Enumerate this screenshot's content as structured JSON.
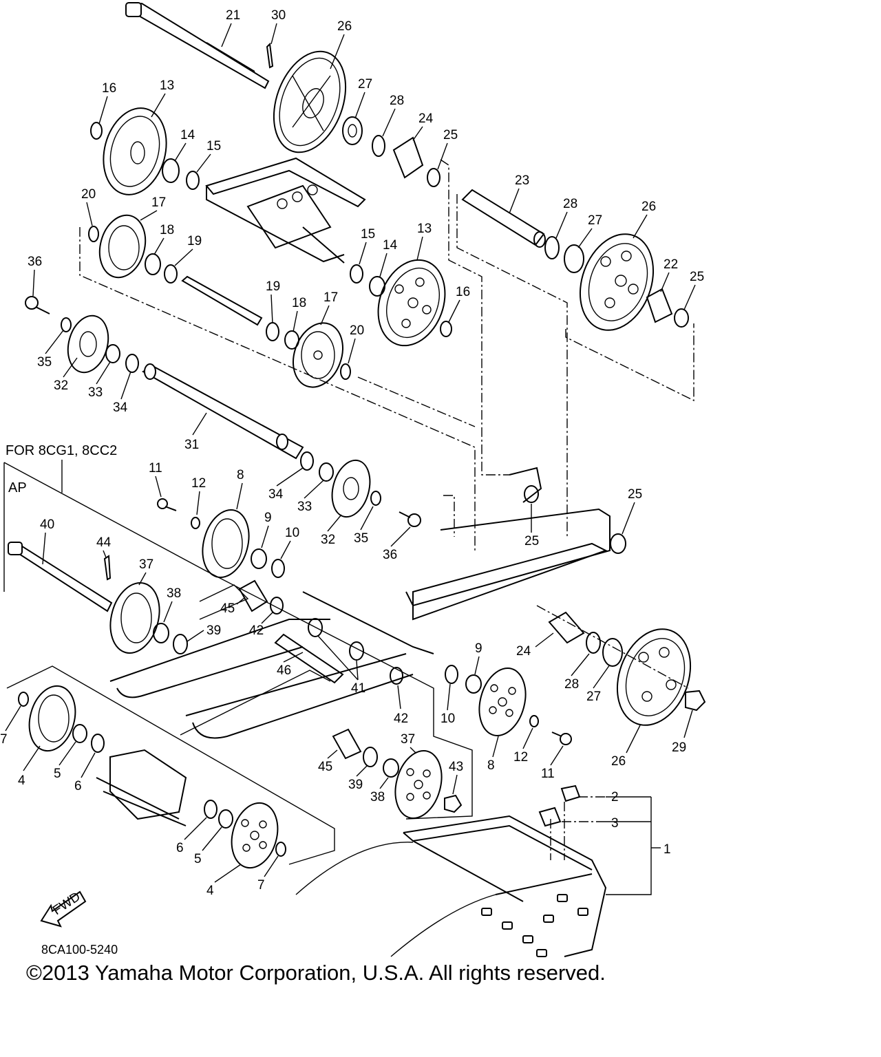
{
  "notes": {
    "variant_note": "FOR 8CG1, 8CC2",
    "ap_note": "AP",
    "fwd_marker": "FWD"
  },
  "footer": {
    "drawing_code": "8CA100-5240",
    "copyright": "©2013 Yamaha Motor Corporation, U.S.A. All rights reserved."
  },
  "callouts": [
    "21",
    "30",
    "26",
    "16",
    "13",
    "27",
    "28",
    "14",
    "15",
    "24",
    "25",
    "23",
    "28",
    "26",
    "27",
    "20",
    "17",
    "18",
    "19",
    "15",
    "14",
    "13",
    "22",
    "25",
    "36",
    "19",
    "18",
    "17",
    "16",
    "35",
    "32",
    "33",
    "34",
    "20",
    "31",
    "11",
    "12",
    "8",
    "34",
    "33",
    "25",
    "32",
    "35",
    "36",
    "25",
    "40",
    "44",
    "37",
    "9",
    "10",
    "38",
    "45",
    "42",
    "39",
    "24",
    "9",
    "46",
    "41",
    "28",
    "27",
    "7",
    "4",
    "5",
    "6",
    "42",
    "10",
    "26",
    "29",
    "8",
    "12",
    "11",
    "45",
    "39",
    "38",
    "37",
    "43",
    "2",
    "3",
    "1",
    "6",
    "5",
    "4",
    "7"
  ]
}
